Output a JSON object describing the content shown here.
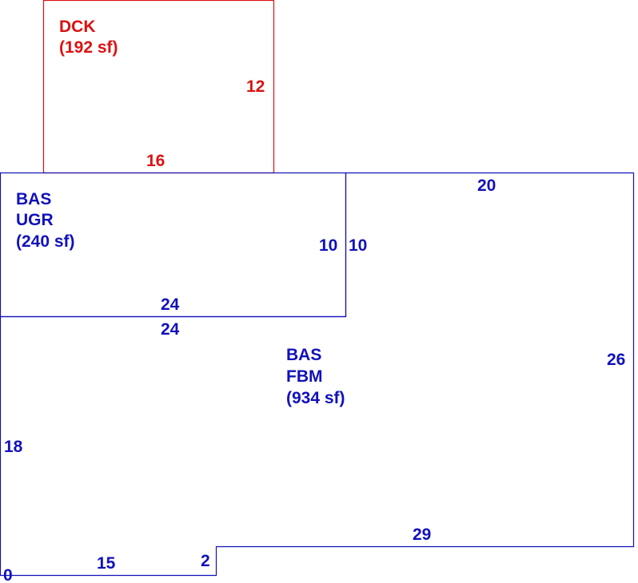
{
  "colors": {
    "deck": "#dd1111",
    "basement": "#1111bb",
    "background": "#ffffff"
  },
  "areas": [
    {
      "name": "dck",
      "lines": [
        "DCK",
        "(192 sf)"
      ],
      "color": "#dd1111",
      "dimensions": {
        "side": "12",
        "bottom": "16"
      }
    },
    {
      "name": "bas-ugr",
      "lines": [
        "BAS",
        "UGR",
        "(240 sf)"
      ],
      "color": "#1111bb",
      "dimensions": {
        "right": "10",
        "bottom": "24"
      }
    },
    {
      "name": "bas-fbm",
      "lines": [
        "BAS",
        "FBM",
        "(934 sf)"
      ],
      "color": "#1111bb",
      "dimensions": {
        "top": "20",
        "left_inner": "10",
        "top_inner": "24",
        "right": "26",
        "left": "18",
        "bottom_right": "29",
        "step": "2",
        "bottom_left": "15",
        "corner": "0"
      }
    }
  ]
}
